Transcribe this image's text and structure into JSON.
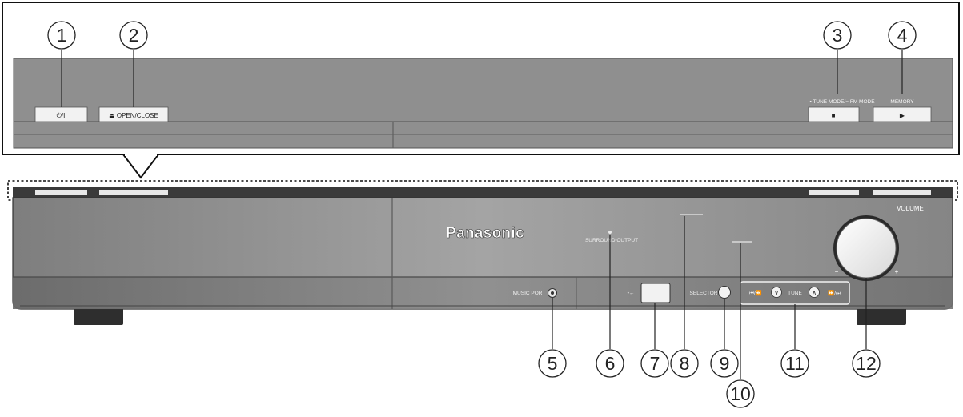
{
  "brand": "Panasonic",
  "callouts": [
    "1",
    "2",
    "3",
    "4",
    "5",
    "6",
    "7",
    "8",
    "9",
    "10",
    "11",
    "12"
  ],
  "detail": {
    "power_button": "⏻/I",
    "open_close_button": "⏏ OPEN/CLOSE",
    "stop_button_caption": "▪ TUNE MODE/− FM MODE",
    "stop_button_symbol": "■",
    "play_button_caption": "MEMORY",
    "play_button_symbol": "▶"
  },
  "front": {
    "surround_output": "SURROUND OUTPUT",
    "music_port": "MUSIC PORT",
    "usb_symbol": "•←",
    "selector": "SELECTOR",
    "tune_controls": {
      "skip_back": "⏮/⏪",
      "tune_down": "∨",
      "tune_label": "TUNE",
      "tune_up": "∧",
      "skip_forward": "⏩/⏭"
    },
    "volume": "VOLUME",
    "volume_minus": "−",
    "volume_plus": "+"
  },
  "colors": {
    "panel": "#8c8c8c",
    "panel_dark": "#3a3a3a",
    "button_face": "#f2f2f2"
  }
}
